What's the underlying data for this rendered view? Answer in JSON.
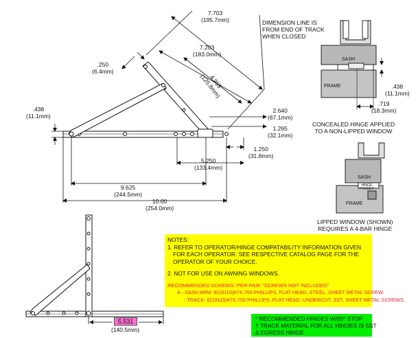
{
  "dims": {
    "d7703": "7.703",
    "d7703_mm": "(195.7mm)",
    "d7203": "7.203",
    "d7203_mm": "(183.0mm)",
    "d250": ".250",
    "d250_mm": "(6.4mm)",
    "d4953": "4.953",
    "d4953_mm": "(125.8mm)",
    "d438": ".438",
    "d438_mm": "(11.1mm)",
    "d2640": "2.640",
    "d2640_mm": "(67.1mm)",
    "d1265": "1.265",
    "d1265_mm": "(32.1mm)",
    "d1250": "1.250",
    "d1250_mm": "(31.8mm)",
    "d5250": "5.250",
    "d5250_mm": "(133.4mm)",
    "d9625": "9.625",
    "d9625_mm": "(244.5mm)",
    "d1000": "10.00",
    "d1000_mm": "(254.0mm)",
    "d5531": "5.531",
    "d5531_mm": "(140.5mm)",
    "r438": ".438",
    "r438_mm": "(11.1mm)",
    "r719": ".719",
    "r719_mm": "(18.3mm)"
  },
  "callouts": {
    "dimension_line_1": "DIMENSION LINE IS",
    "dimension_line_2": "FROM END OF TRACK",
    "dimension_line_3": "WHEN CLOSED",
    "concealed_1": "CONCEALED HINGE APPLIED",
    "concealed_2": "TO A NON-LIPPED WINDOW",
    "lipped_1": "LIPPED WINDOW (SHOWN)",
    "lipped_2": "REQUIRES A 4-BAR HINGE"
  },
  "window_labels": {
    "sash": "SASH",
    "frame": "FRAME",
    "sash2": "SASH",
    "frame2": "FRAME",
    "hinge_pocket_1": "HINGE",
    "hinge_pocket_2": "POCKET"
  },
  "notes": {
    "title": "NOTES:",
    "n1_a": "1. REFER TO OPERATOR/HINGE COMPATABILITY INFORMATION GIVEN",
    "n1_b": "FOR EACH OPERATOR.  SEE RESPECTIVE CATALOG PAGE FOR THE",
    "n1_c": "OPERATOR OF YOUR CHOICE.",
    "n2": "2. NOT FOR USE ON AWNING WINDOWS.",
    "screws_title": "RECOMMENDED SCREWS: PER PAIR  \"SCREWS NOT INCLUDED\"",
    "screws_a": "A - SASH ARM: 8(19110)#7X.750 PHILLIPS, FLAT HEAD, STEEL, SHEET METAL SCREW.",
    "screws_b": "- TRACK: 6(19115)#7X.750 PHILLIPS, FLAT HEAD, UNDERCUT, SST, SHEET METAL SCREWS."
  },
  "legend": {
    "l1": "*  RECOMMENDED HINGES W/90° STOP",
    "l2": "†  TRACK MATERIAL FOR ALL HINGES IS SST",
    "l3": "∆  EGRESS HINGE"
  },
  "colors": {
    "notes_bg": "#ffff00",
    "screws_text": "#e8202a",
    "legend_bg": "#00ee00",
    "highlight": "#ff6fd2",
    "sash_fill": "#b8b8b8",
    "frame_fill": "#c4c4c4"
  }
}
